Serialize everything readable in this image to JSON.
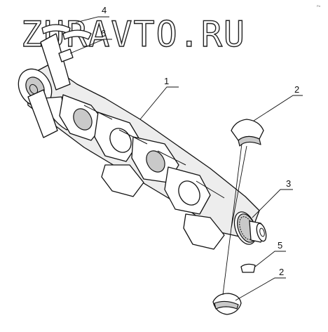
{
  "watermark": "ZURAVTO.RU",
  "corner_mark": "Р.п",
  "callouts": [
    {
      "id": "c1",
      "text": "1"
    },
    {
      "id": "c2a",
      "text": "2"
    },
    {
      "id": "c2b",
      "text": "2"
    },
    {
      "id": "c3",
      "text": "3"
    },
    {
      "id": "c4",
      "text": "4"
    },
    {
      "id": "c5",
      "text": "5"
    },
    {
      "id": "c6",
      "text": "6"
    }
  ]
}
